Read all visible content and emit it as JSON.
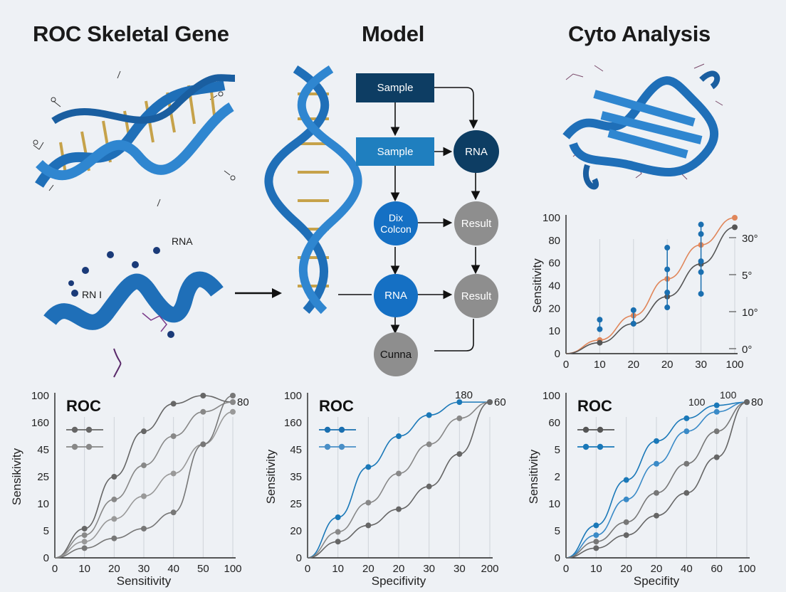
{
  "titles": {
    "left": "ROC Skeletal Gene",
    "center": "Model",
    "right": "Cyto Analysis"
  },
  "illustration_labels": {
    "rna_top": "RNA",
    "rna_left": "RN I"
  },
  "flowchart": {
    "sample_top": "Sample",
    "sample_mid": "Sample",
    "rna_top": "RNA",
    "dix_colcon_line1": "Dix",
    "dix_colcon_line2": "Colcon",
    "result_top": "Result",
    "rna_bottom": "RNA",
    "result_bottom": "Result",
    "cunna": "Cunna",
    "colors": {
      "dark_navy": "#0d3d63",
      "mid_blue": "#1f7fbf",
      "bright_blue": "#1570c4",
      "gray_node": "#8e8e8e"
    }
  },
  "chart_data": [
    {
      "id": "top-right",
      "type": "line",
      "ylabel": "Sensitivity",
      "xlabel": "",
      "x_tick_labels": [
        "0",
        "10",
        "20",
        "20",
        "30",
        "100"
      ],
      "y_tick_labels": [
        "0",
        "10",
        "20",
        "40",
        "60",
        "80",
        "100"
      ],
      "right_tick_labels": [
        "30°",
        "5°",
        "10°",
        "0°"
      ],
      "series": [
        {
          "color": "#e0865a",
          "values": [
            [
              0,
              0
            ],
            [
              1,
              10
            ],
            [
              2,
              28
            ],
            [
              3,
              55
            ],
            [
              4,
              80
            ],
            [
              5,
              100
            ]
          ]
        },
        {
          "color": "#555555",
          "values": [
            [
              0,
              0
            ],
            [
              1,
              8
            ],
            [
              2,
              22
            ],
            [
              3,
              42
            ],
            [
              4,
              66
            ],
            [
              5,
              93
            ]
          ]
        }
      ],
      "error_points": [
        {
          "x": 1,
          "y": [
            18,
            25
          ]
        },
        {
          "x": 2,
          "y": [
            22,
            32
          ]
        },
        {
          "x": 3,
          "y": [
            34,
            45,
            62,
            78
          ]
        },
        {
          "x": 4,
          "y": [
            44,
            60,
            68,
            88,
            95
          ]
        }
      ]
    },
    {
      "id": "bottom-left",
      "type": "line",
      "title": "ROC",
      "xlabel": "Sensitivity",
      "ylabel": "Sensikivity",
      "x_tick_labels": [
        "0",
        "10",
        "20",
        "30",
        "40",
        "50",
        "100"
      ],
      "y_tick_labels": [
        "0",
        "5",
        "10",
        "25",
        "45",
        "160",
        "100"
      ],
      "end_label": "80",
      "legend_colors": [
        "#666666",
        "#888888"
      ],
      "series": [
        {
          "color": "#666666",
          "values": [
            [
              0,
              0
            ],
            [
              1,
              18
            ],
            [
              2,
              50
            ],
            [
              3,
              78
            ],
            [
              4,
              95
            ],
            [
              5,
              100
            ],
            [
              6,
              96
            ]
          ]
        },
        {
          "color": "#888888",
          "values": [
            [
              0,
              0
            ],
            [
              1,
              14
            ],
            [
              2,
              36
            ],
            [
              3,
              57
            ],
            [
              4,
              75
            ],
            [
              5,
              90
            ],
            [
              6,
              96
            ]
          ]
        },
        {
          "color": "#999999",
          "values": [
            [
              0,
              0
            ],
            [
              1,
              10
            ],
            [
              2,
              24
            ],
            [
              3,
              38
            ],
            [
              4,
              52
            ],
            [
              5,
              70
            ],
            [
              6,
              90
            ]
          ]
        },
        {
          "color": "#777777",
          "values": [
            [
              0,
              0
            ],
            [
              1,
              6
            ],
            [
              2,
              12
            ],
            [
              3,
              18
            ],
            [
              4,
              28
            ],
            [
              5,
              70
            ],
            [
              6,
              100
            ]
          ]
        }
      ]
    },
    {
      "id": "bottom-center",
      "type": "line",
      "title": "ROC",
      "xlabel": "Specifivity",
      "ylabel": "Sensitivity",
      "x_tick_labels": [
        "0",
        "10",
        "20",
        "20",
        "30",
        "30",
        "200"
      ],
      "y_tick_labels": [
        "0",
        "20",
        "25",
        "35",
        "45",
        "160",
        "100"
      ],
      "top_label": "180",
      "end_label": "60",
      "legend_colors": [
        "#1a6fb0",
        "#4a8fc7"
      ],
      "series": [
        {
          "color": "#1a78b8",
          "values": [
            [
              0,
              0
            ],
            [
              1,
              25
            ],
            [
              2,
              56
            ],
            [
              3,
              75
            ],
            [
              4,
              88
            ],
            [
              5,
              96
            ],
            [
              6,
              96
            ]
          ]
        },
        {
          "color": "#888888",
          "values": [
            [
              0,
              0
            ],
            [
              1,
              16
            ],
            [
              2,
              34
            ],
            [
              3,
              52
            ],
            [
              4,
              70
            ],
            [
              5,
              86
            ],
            [
              6,
              96
            ]
          ]
        },
        {
          "color": "#666666",
          "values": [
            [
              0,
              0
            ],
            [
              1,
              10
            ],
            [
              2,
              20
            ],
            [
              3,
              30
            ],
            [
              4,
              44
            ],
            [
              5,
              64
            ],
            [
              6,
              96
            ]
          ]
        }
      ]
    },
    {
      "id": "bottom-right",
      "type": "scatter",
      "title": "ROC",
      "xlabel": "Specifity",
      "ylabel": "Sensitivity",
      "x_tick_labels": [
        "0",
        "10",
        "20",
        "20",
        "40",
        "60",
        "100"
      ],
      "y_tick_labels": [
        "0",
        "5",
        "10",
        "2",
        "5",
        "60",
        "100"
      ],
      "top_labels": [
        "100",
        "100"
      ],
      "end_label": "80",
      "legend_colors": [
        "#555555",
        "#1a78b8"
      ],
      "series": [
        {
          "color": "#1a78b8",
          "values": [
            [
              0,
              0
            ],
            [
              1,
              20
            ],
            [
              2,
              48
            ],
            [
              3,
              72
            ],
            [
              4,
              86
            ],
            [
              5,
              94
            ],
            [
              6,
              96
            ]
          ]
        },
        {
          "color": "#3a8ac7",
          "values": [
            [
              0,
              0
            ],
            [
              1,
              14
            ],
            [
              2,
              36
            ],
            [
              3,
              58
            ],
            [
              4,
              78
            ],
            [
              5,
              90
            ],
            [
              6,
              96
            ]
          ]
        },
        {
          "color": "#777777",
          "values": [
            [
              0,
              0
            ],
            [
              1,
              10
            ],
            [
              2,
              22
            ],
            [
              3,
              40
            ],
            [
              4,
              58
            ],
            [
              5,
              78
            ],
            [
              6,
              96
            ]
          ]
        },
        {
          "color": "#666666",
          "values": [
            [
              0,
              0
            ],
            [
              1,
              6
            ],
            [
              2,
              14
            ],
            [
              3,
              26
            ],
            [
              4,
              40
            ],
            [
              5,
              62
            ],
            [
              6,
              96
            ]
          ]
        }
      ]
    }
  ]
}
